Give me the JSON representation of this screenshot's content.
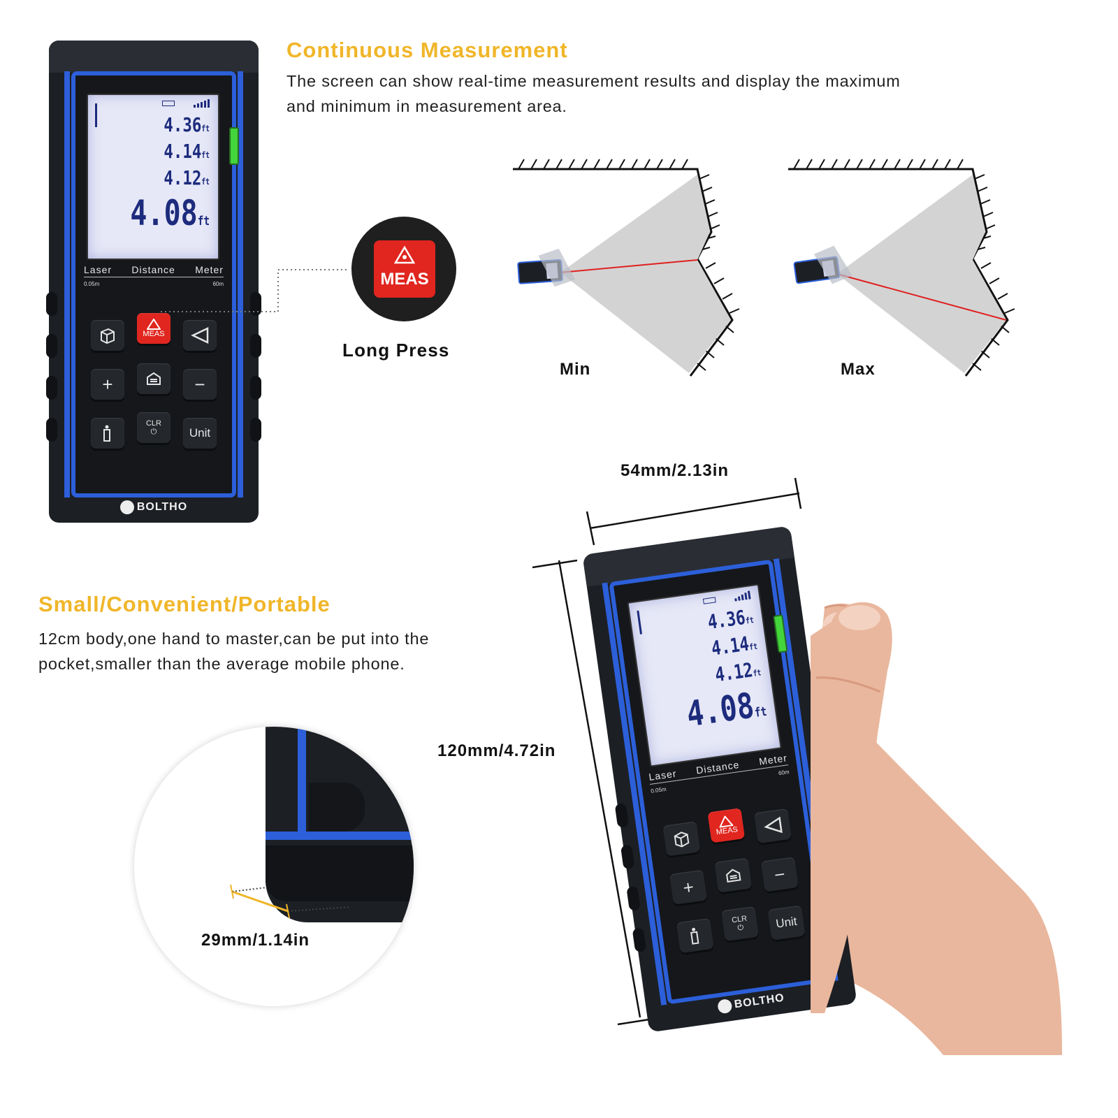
{
  "section1": {
    "heading": "Continuous Measurement",
    "body_line1": "The screen can show real-time measurement results and display the maximum",
    "body_line2": "and minimum in measurement area."
  },
  "section2": {
    "heading": "Small/Convenient/Portable",
    "body_line1": "12cm body,one hand to master,can be put into the",
    "body_line2": "pocket,smaller than the average mobile phone."
  },
  "callout": {
    "button_label": "MEAS",
    "caption": "Long Press"
  },
  "diagram": {
    "min_label": "Min",
    "max_label": "Max"
  },
  "dimensions": {
    "width": "54mm/2.13in",
    "height": "120mm/4.72in",
    "depth": "29mm/1.14in"
  },
  "device": {
    "readings": [
      "4.36",
      "4.14",
      "4.12"
    ],
    "main_reading": "4.08",
    "unit": "ft",
    "title_words": [
      "Laser",
      "Distance",
      "Meter"
    ],
    "range_min": "0.05m",
    "range_max": "60m",
    "keys": {
      "meas": "MEAS",
      "clr": "CLR",
      "unit": "Unit"
    },
    "brand": "BOLTHO"
  },
  "colors": {
    "heading": "#f0b629",
    "device_blue": "#2c5fd9",
    "meas_red": "#e0261f",
    "lcd": "#e6e8f7",
    "laser": "#e02020"
  }
}
